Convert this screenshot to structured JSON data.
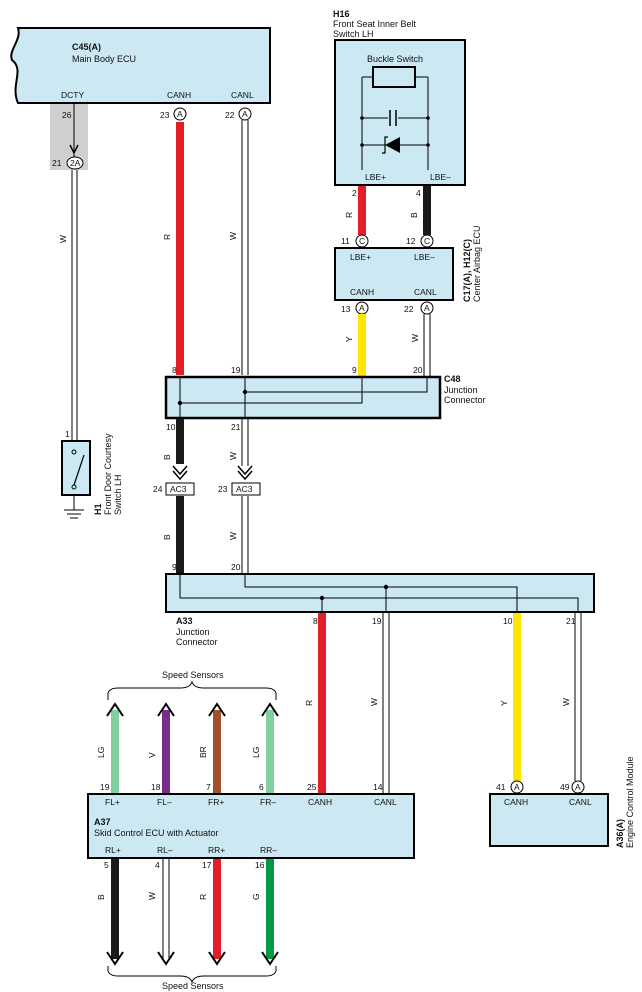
{
  "colors": {
    "ecu_fill": "#cce8f2",
    "red": "#e21f26",
    "black": "#1a1a1a",
    "yellow": "#ffe500",
    "light_green": "#7fcf9f",
    "violet": "#7a2c8f",
    "brown": "#a0522d",
    "green": "#009a44",
    "white_wire": "#ffffff",
    "highlight_gray": "#cfcfcf"
  },
  "c45": {
    "id": "C45(A)",
    "name": "Main Body ECU",
    "pin_dcty": "DCTY",
    "pin_canh": "CANH",
    "pin_canl": "CANL",
    "num_dcty": "26",
    "num_canh": "23",
    "num_canl": "22",
    "conn_a": "A",
    "num_21": "21",
    "conn_2a": "2A"
  },
  "h16": {
    "id": "H16",
    "name_line1": "Front Seat Inner Belt",
    "name_line2": "Switch LH",
    "switch_label": "Buckle Switch",
    "pin_lbe_plus": "LBE+",
    "pin_lbe_minus": "LBE–",
    "num_2": "2",
    "num_4": "4"
  },
  "c17": {
    "id": "C17(A), H12(C)",
    "name": "Center Airbag ECU",
    "pin_lbe_plus": "LBE+",
    "pin_lbe_minus": "LBE–",
    "pin_canh": "CANH",
    "pin_canl": "CANL",
    "num_11": "11",
    "num_12": "12",
    "num_13": "13",
    "num_22": "22",
    "conn_c": "C",
    "conn_a": "A"
  },
  "c48": {
    "id": "C48",
    "name_line1": "Junction",
    "name_line2": "Connector",
    "num_8": "8",
    "num_19": "19",
    "num_9": "9",
    "num_20": "20",
    "num_10": "10",
    "num_21": "21"
  },
  "h1": {
    "id": "H1",
    "name_line1": "Front Door Courtesy",
    "name_line2": "Switch LH",
    "num_1": "1"
  },
  "ac3": {
    "label": "AC3",
    "num_24": "24",
    "num_23": "23"
  },
  "a33": {
    "id": "A33",
    "name_line1": "Junction",
    "name_line2": "Connector",
    "num_9": "9",
    "num_20": "20",
    "num_8": "8",
    "num_19": "19",
    "num_10": "10",
    "num_21": "21"
  },
  "a37": {
    "id": "A37",
    "name": "Skid Control ECU with Actuator",
    "top_pins": [
      "FL+",
      "FL–",
      "FR+",
      "FR–",
      "CANH",
      "CANL"
    ],
    "top_nums": [
      "19",
      "18",
      "7",
      "6",
      "25",
      "14"
    ],
    "bottom_pins": [
      "RL+",
      "RL–",
      "RR+",
      "RR–"
    ],
    "bottom_nums": [
      "5",
      "4",
      "17",
      "16"
    ]
  },
  "a36": {
    "id": "A36(A)",
    "name": "Engine Control Module",
    "pin_canh": "CANH",
    "pin_canl": "CANL",
    "num_41": "41",
    "num_49": "49",
    "conn_a": "A"
  },
  "speed_sensors": {
    "top_label": "Speed Sensors",
    "bottom_label": "Speed Sensors",
    "top_wires": [
      "LG",
      "V",
      "BR",
      "LG"
    ],
    "bottom_wires": [
      "B",
      "W",
      "R",
      "G"
    ]
  },
  "wires": {
    "w_dcty": "W",
    "r_canh": "R",
    "w_canl": "W",
    "r_lbe": "R",
    "b_lbe": "B",
    "y_canh": "Y",
    "w_canl2": "W",
    "b_c48": "B",
    "w_c48": "W",
    "r_a33": "R",
    "w_a33": "W",
    "y_a33": "Y",
    "w_a33b": "W"
  }
}
